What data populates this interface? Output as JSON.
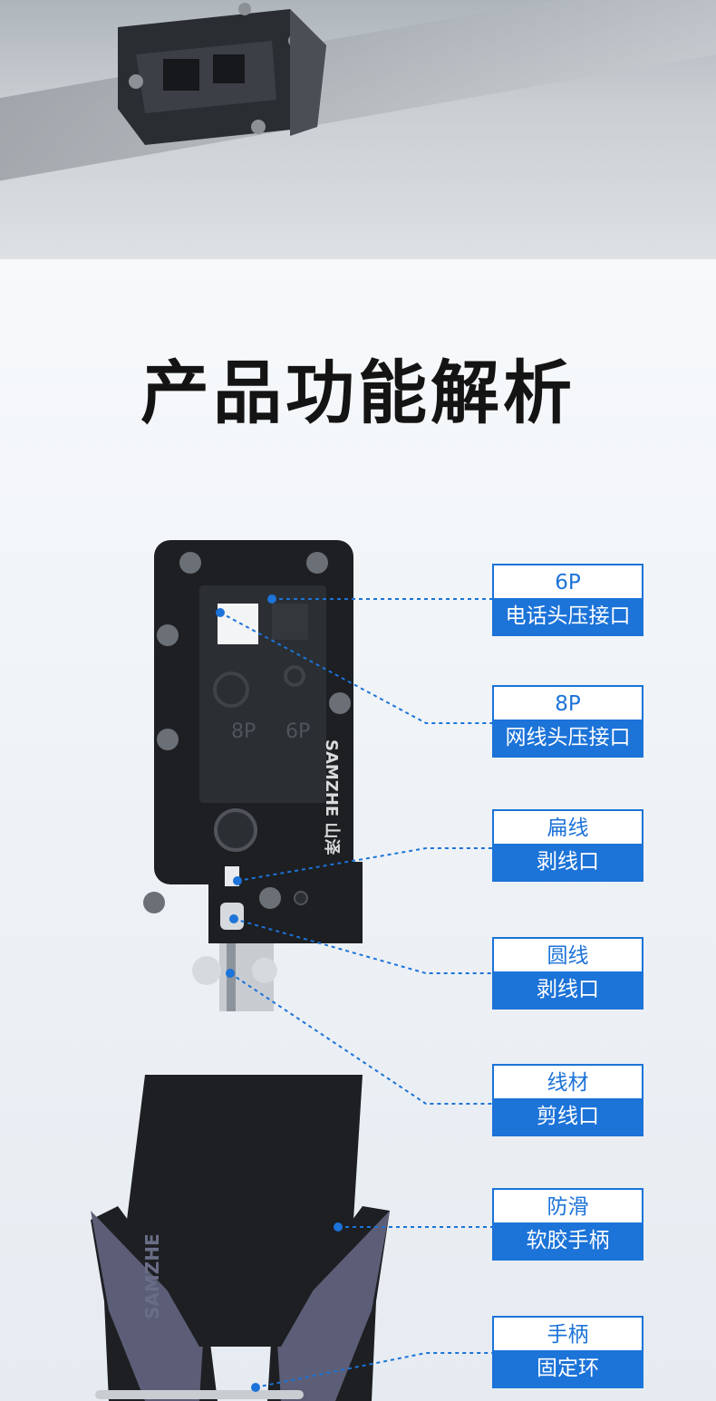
{
  "heading": "产品功能解析",
  "colors": {
    "accent": "#1c73d8",
    "handle": "#5b5e76",
    "body": "#1d1f22"
  },
  "features": [
    {
      "title": "6P",
      "subtitle": "电话头压接口"
    },
    {
      "title": "8P",
      "subtitle": "网线头压接口"
    },
    {
      "title": "扁线",
      "subtitle": "剥线口"
    },
    {
      "title": "圆线",
      "subtitle": "剥线口"
    },
    {
      "title": "线材",
      "subtitle": "剪线口"
    },
    {
      "title": "防滑",
      "subtitle": "软胶手柄"
    },
    {
      "title": "手柄",
      "subtitle": "固定环"
    }
  ],
  "tool": {
    "port_8p": "8P",
    "port_6p": "6P",
    "brand_head": "SAMZHE 山泽",
    "brand_handle": "SAMZHE"
  }
}
